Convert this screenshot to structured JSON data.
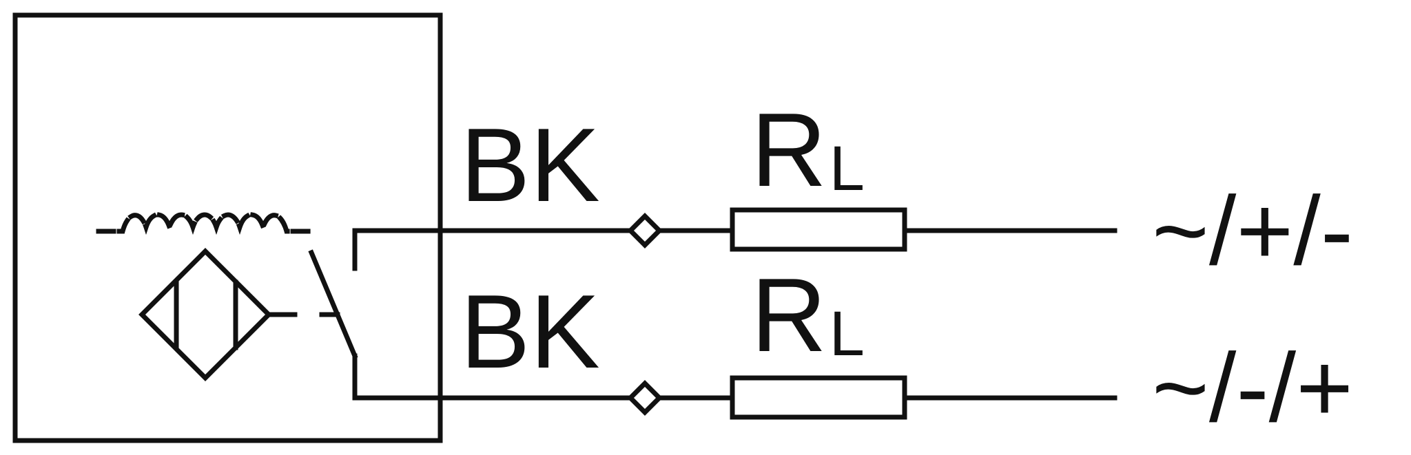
{
  "wires": [
    {
      "color_code": "BK",
      "resistor": {
        "symbol": "R",
        "subscript": "L"
      },
      "supply": "~/+/-"
    },
    {
      "color_code": "BK",
      "resistor": {
        "symbol": "R",
        "subscript": "L"
      },
      "supply": "~/-/+"
    }
  ],
  "colors": {
    "stroke": "#111111",
    "background": "#ffffff"
  },
  "icons": [
    "inductive-sensor-icon",
    "coil-icon",
    "switch-contact-icon",
    "terminal-icon",
    "resistor-icon"
  ]
}
